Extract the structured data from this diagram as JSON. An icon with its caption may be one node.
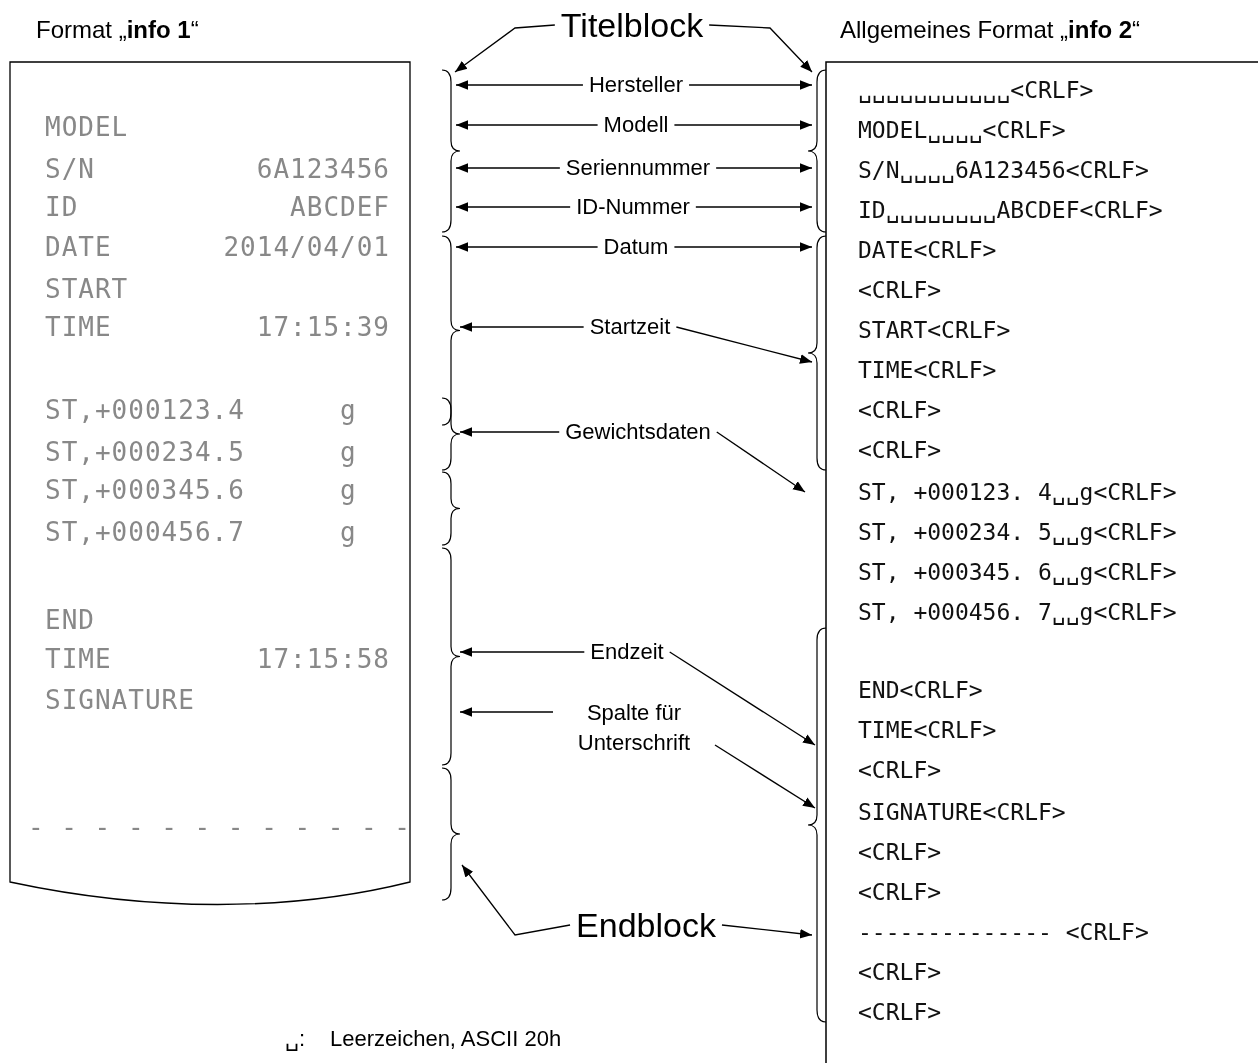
{
  "diagram": {
    "nodes": [
      {
        "text": [
          "Format „**info 1**“",
          "MODEL",
          "S/N",
          "6A123456",
          "ID",
          "ABCDEF",
          "DATE",
          "2014/04/01",
          "START",
          "TIME",
          "17:15:39",
          "ST,+000123.4",
          "g",
          "ST,+000234.5",
          "g",
          "ST,+000345.6",
          "g",
          "ST,+000456.7",
          "g",
          "END",
          "TIME",
          "17:15:58",
          "SIGNATURE",
          "- - - - - - - - - - - -"
        ]
      },
      {
        "text": [
          "Allgemeines Format „**info 2**“",
          "␣␣␣␣␣␣␣␣␣␣␣<CRLF>",
          "MODEL␣␣␣␣<CRLF>",
          "S/N␣␣␣␣6A123456<CRLF>",
          "ID␣␣␣␣␣␣␣␣ABCDEF<CRLF>",
          "DATE<CRLF>",
          "<CRLF>",
          "START<CRLF>",
          "TIME<CRLF>",
          "<CRLF>",
          "<CRLF>",
          "ST, +000123. 4␣␣g<CRLF>",
          "ST, +000234. 5␣␣g<CRLF>",
          "ST, +000345. 6␣␣g<CRLF>",
          "ST, +000456. 7␣␣g<CRLF>",
          "END<CRLF>",
          "TIME<CRLF>",
          "<CRLF>",
          "SIGNATURE<CRLF>",
          "<CRLF>",
          "<CRLF>",
          "-------------- <CRLF>",
          "<CRLF>",
          "<CRLF>"
        ]
      },
      {
        "text": [
          "Titelblock"
        ]
      },
      {
        "text": [
          "Hersteller"
        ]
      },
      {
        "text": [
          "Modell"
        ]
      },
      {
        "text": [
          "Seriennummer"
        ]
      },
      {
        "text": [
          "ID-Nummer"
        ]
      },
      {
        "text": [
          "Datum"
        ]
      },
      {
        "text": [
          "Startzeit"
        ]
      },
      {
        "text": [
          "Gewichtsdaten"
        ]
      },
      {
        "text": [
          "Endzeit"
        ]
      },
      {
        "text": [
          "Spalte für Unterschrift"
        ]
      },
      {
        "text": [
          "Endblock"
        ]
      }
    ],
    "edges": [
      {
        "from": 2,
        "to": 0,
        "arrow": "to"
      },
      {
        "from": 2,
        "to": 1,
        "arrow": "to"
      },
      {
        "from": 3,
        "to": 0,
        "arrow": "to"
      },
      {
        "from": 3,
        "to": 1,
        "arrow": "to"
      },
      {
        "from": 4,
        "to": 0,
        "arrow": "to"
      },
      {
        "from": 4,
        "to": 1,
        "arrow": "to"
      },
      {
        "from": 5,
        "to": 0,
        "arrow": "to"
      },
      {
        "from": 5,
        "to": 1,
        "arrow": "to"
      },
      {
        "from": 6,
        "to": 0,
        "arrow": "to"
      },
      {
        "from": 6,
        "to": 1,
        "arrow": "to"
      },
      {
        "from": 7,
        "to": 0,
        "arrow": "to"
      },
      {
        "from": 7,
        "to": 1,
        "arrow": "to"
      },
      {
        "from": 8,
        "to": 0,
        "arrow": "to"
      },
      {
        "from": 8,
        "to": 1,
        "arrow": "to"
      },
      {
        "from": 9,
        "to": 0,
        "arrow": "to"
      },
      {
        "from": 9,
        "to": 1,
        "arrow": "to"
      },
      {
        "from": 10,
        "to": 0,
        "arrow": "to"
      },
      {
        "from": 10,
        "to": 1,
        "arrow": "to"
      },
      {
        "from": 11,
        "to": 0,
        "arrow": "to"
      },
      {
        "from": 11,
        "to": 1,
        "arrow": "to"
      },
      {
        "from": 12,
        "to": 0,
        "arrow": "to"
      },
      {
        "from": 12,
        "to": 1,
        "arrow": "to"
      }
    ],
    "labels": [
      "␣:",
      "Leerzeichen, ASCII 20h"
    ]
  }
}
